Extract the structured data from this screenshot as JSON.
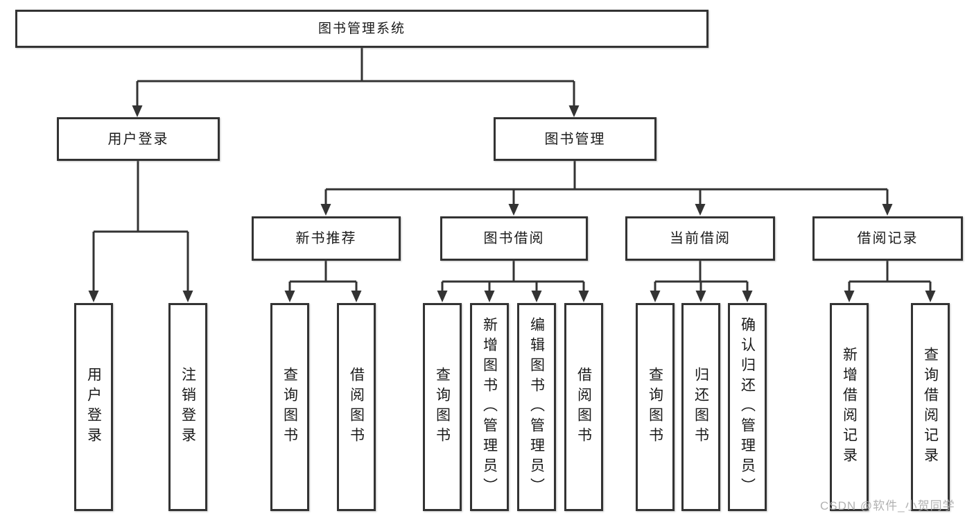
{
  "diagram": {
    "root": {
      "label": "图书管理系统"
    },
    "level2": [
      {
        "label": "用户登录"
      },
      {
        "label": "图书管理"
      }
    ],
    "level3": [
      {
        "label": "新书推荐"
      },
      {
        "label": "图书借阅"
      },
      {
        "label": "当前借阅"
      },
      {
        "label": "借阅记录"
      }
    ],
    "leaves": [
      {
        "label": "用户登录"
      },
      {
        "label": "注销登录"
      },
      {
        "label": "查询图书"
      },
      {
        "label": "借阅图书"
      },
      {
        "label": "查询图书"
      },
      {
        "label": "新增图书（管理员）"
      },
      {
        "label": "编辑图书（管理员）"
      },
      {
        "label": "借阅图书"
      },
      {
        "label": "查询图书"
      },
      {
        "label": "归还图书"
      },
      {
        "label": "确认归还（管理员）"
      },
      {
        "label": "新增借阅记录"
      },
      {
        "label": "查询借阅记录"
      }
    ]
  },
  "watermark": "CSDN @软件_小贺同学",
  "colors": {
    "line": "#333333",
    "text": "#1a1a1a",
    "background": "#ffffff",
    "watermark": "#ababab"
  }
}
